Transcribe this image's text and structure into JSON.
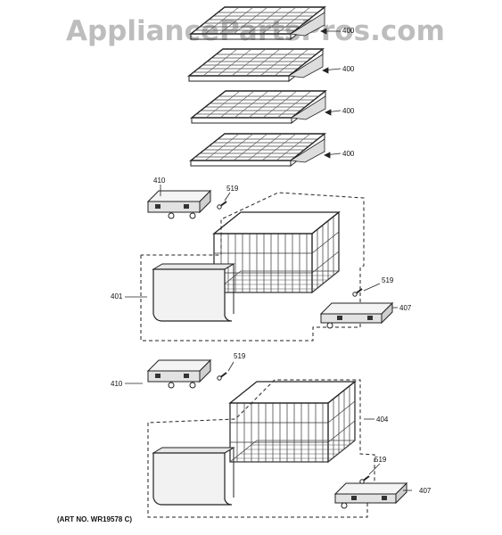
{
  "watermark": "AppliancePartsPros.com",
  "art_number": "(ART NO. WR19578 C)",
  "callouts": {
    "shelf_1": "400",
    "shelf_2": "400",
    "shelf_3": "400",
    "shelf_4": "400",
    "rail_left_upper": "410",
    "screw_upper_left": "519",
    "drawer_front_upper": "401",
    "screw_upper_right": "519",
    "rail_right_upper": "407",
    "rail_left_lower": "410",
    "screw_lower_left": "519",
    "basket_lower": "404",
    "screw_lower_right": "519",
    "rail_right_lower": "407"
  }
}
